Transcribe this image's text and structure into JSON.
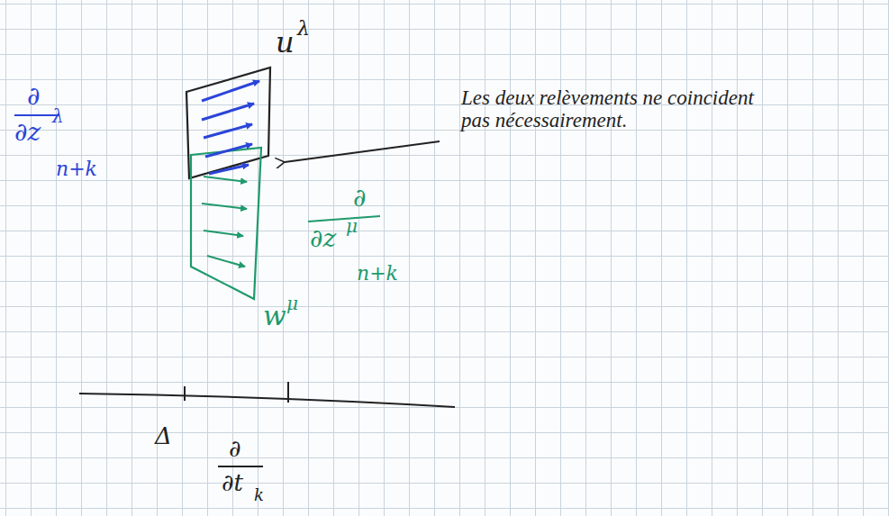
{
  "diagram": {
    "labels": [
      "∂",
      "∂z",
      "λ",
      "n+k",
      "u",
      "λ",
      "Les deux relèvements ne coincident pas nécessairement.",
      "∂",
      "∂z",
      "μ",
      "n+k",
      "w",
      "μ",
      "Δ",
      "∂",
      "∂t",
      "k"
    ]
  }
}
